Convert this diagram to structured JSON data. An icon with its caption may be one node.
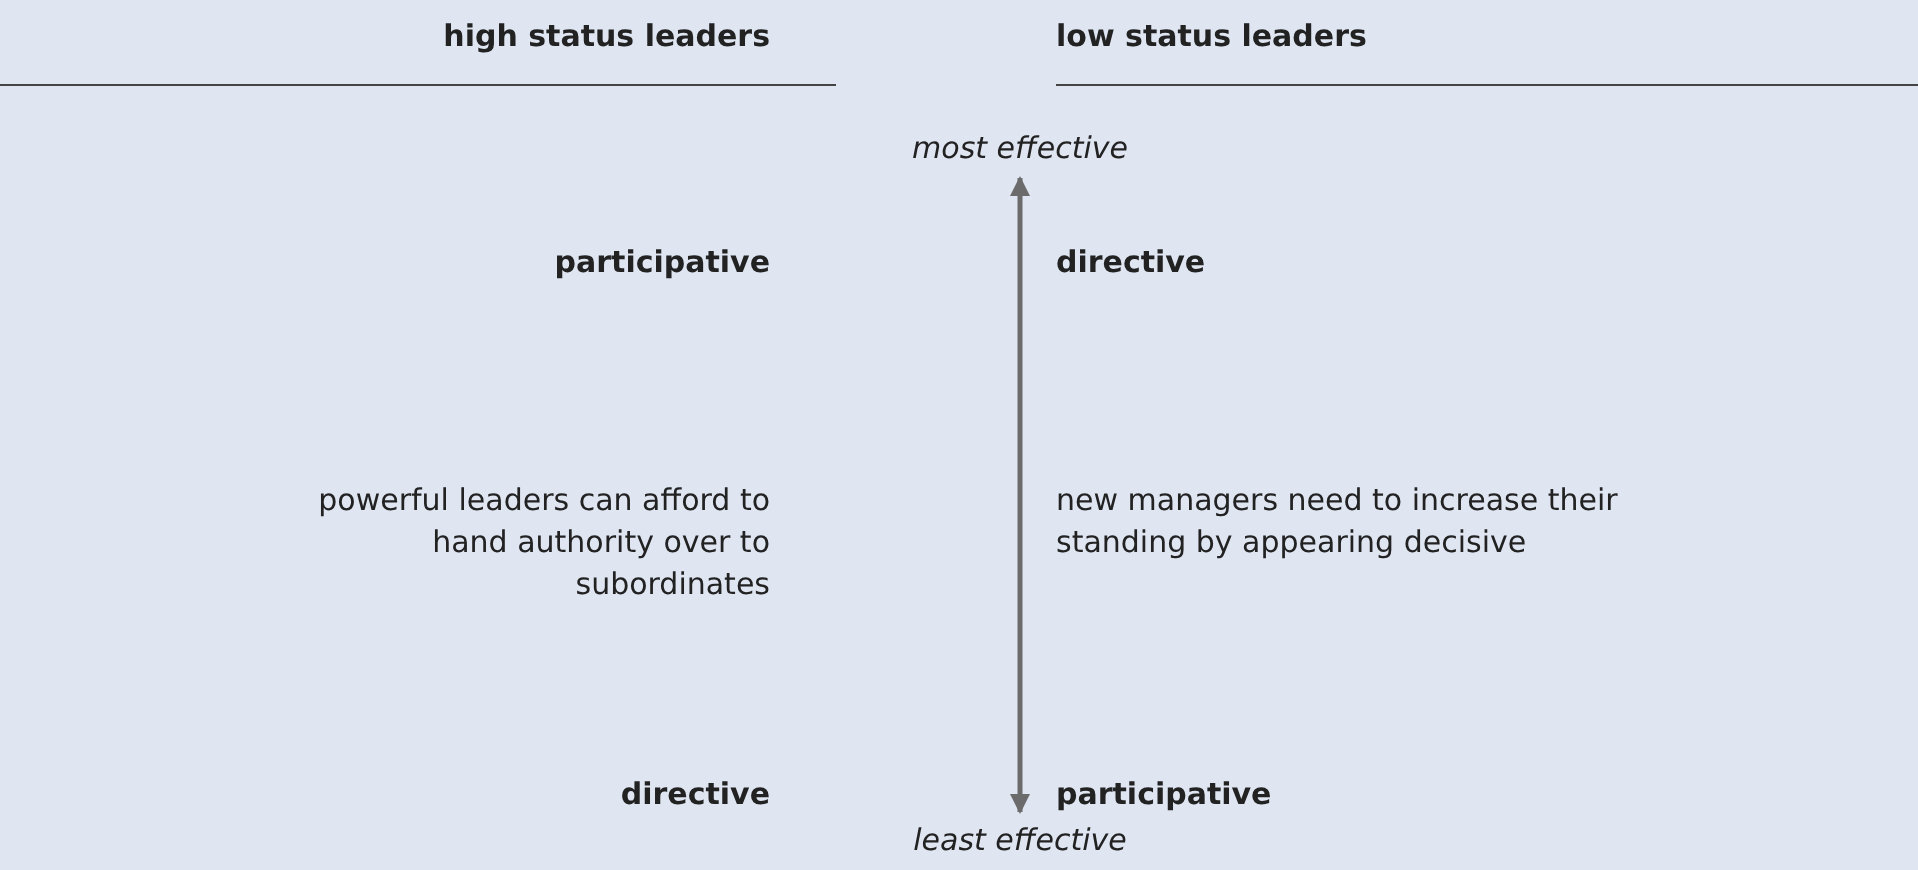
{
  "diagram": {
    "nodes": [
      {
        "text": [
          "most effective"
        ]
      },
      {
        "text": [
          "least effective"
        ]
      }
    ],
    "edges": [
      {
        "from": 0,
        "to": 1,
        "arrow": "both"
      }
    ],
    "labels": [
      "high status leaders",
      "low status leaders",
      "participative",
      "directive",
      "powerful leaders can afford to hand authority over to subordinates",
      "new managers need to increase their standing by appearing decisive",
      "directive",
      "participative"
    ]
  }
}
